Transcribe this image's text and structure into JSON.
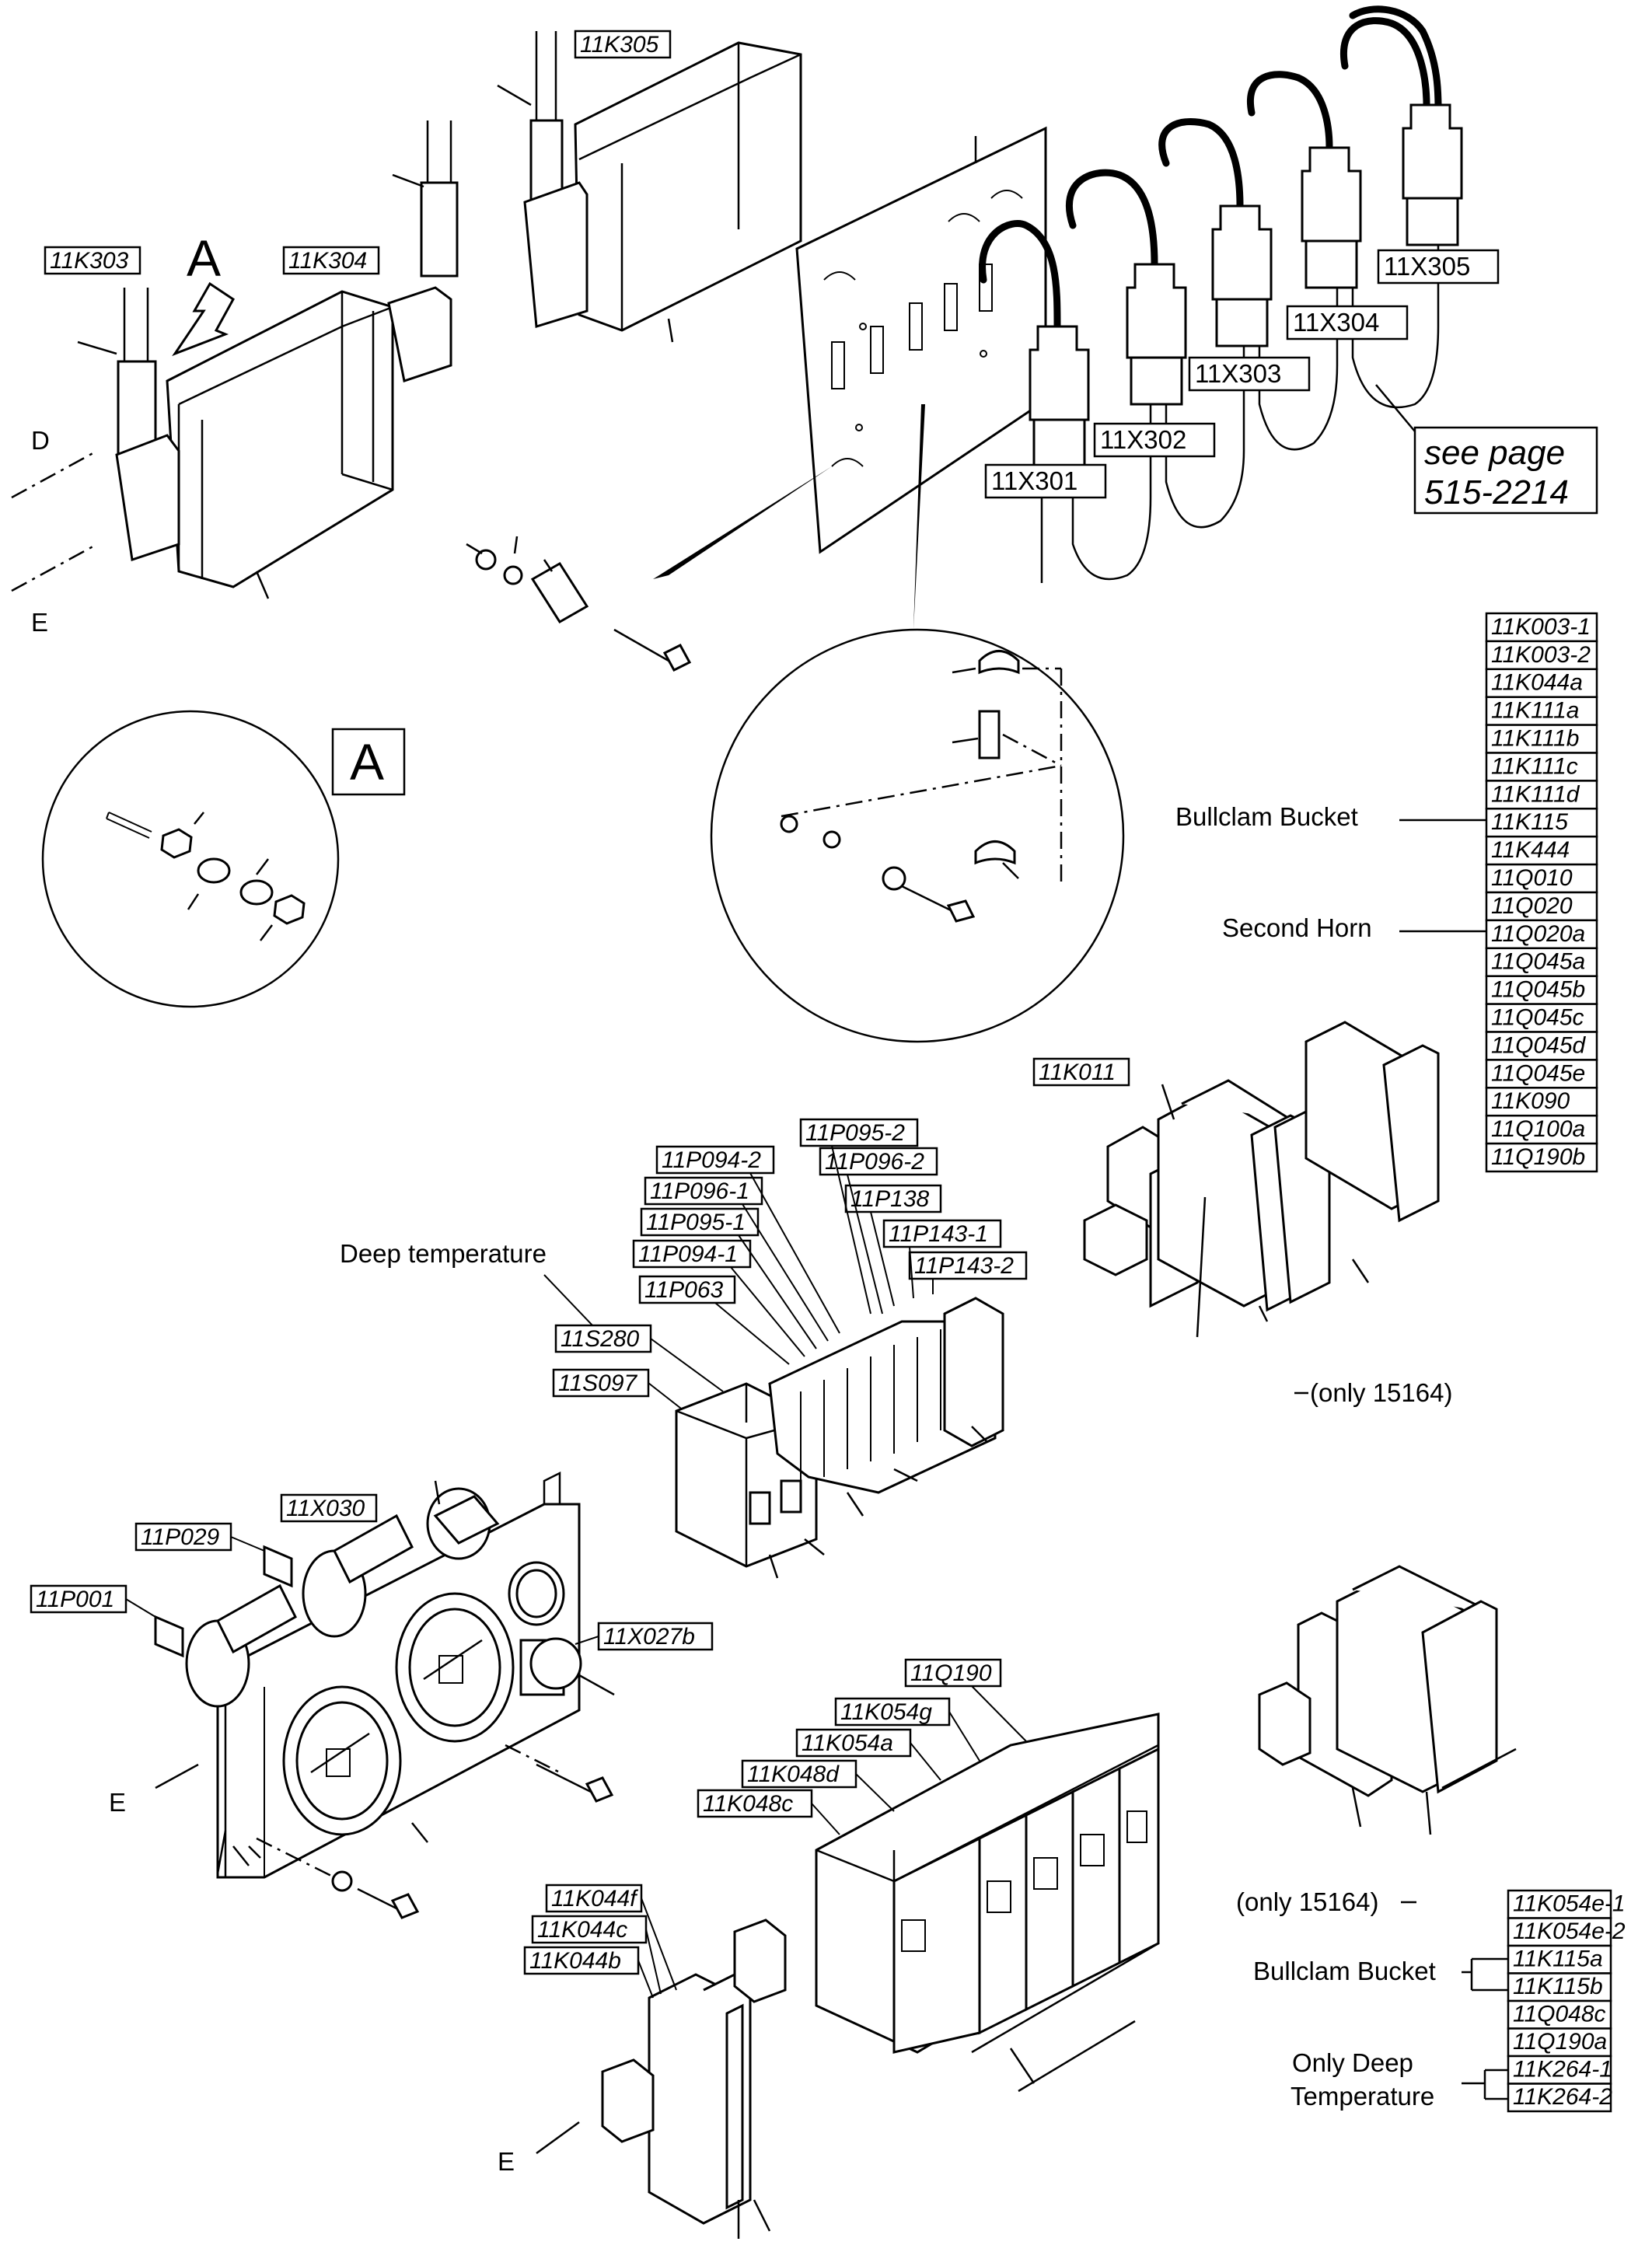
{
  "view_markers": {
    "view_a_arrow": "A",
    "view_a_box": "A",
    "line_d": "D",
    "line_e_top": "E",
    "line_e_panel": "E",
    "line_e_relay": "E"
  },
  "labels": {
    "k303": "11K303",
    "k304": "11K304",
    "k305": "11K305",
    "x301": "11X301",
    "x302": "11X302",
    "x303": "11X303",
    "x304": "11X304",
    "x305": "11X305",
    "see_page_1": "see page",
    "see_page_2": "515-2214",
    "k011": "11K011",
    "p095_2": "11P095-2",
    "p094_2": "11P094-2",
    "p096_2": "11P096-2",
    "p096_1": "11P096-1",
    "p138": "11P138",
    "p095_1": "11P095-1",
    "p143_1": "11P143-1",
    "p094_1": "11P094-1",
    "p143_2": "11P143-2",
    "p063": "11P063",
    "deep_temperature": "Deep temperature",
    "s280": "11S280",
    "s097": "11S097",
    "x030": "11X030",
    "p029": "11P029",
    "p001": "11P001",
    "x027b": "11X027b",
    "q190": "11Q190",
    "k054g": "11K054g",
    "k054a": "11K054a",
    "k048d": "11K048d",
    "k048c": "11K048c",
    "k044f": "11K044f",
    "k044c": "11K044c",
    "k044b": "11K044b",
    "only_15164_a": "(only 15164)",
    "only_15164_b": "(only 15164)",
    "bullclam_bucket_1": "Bullclam Bucket",
    "second_horn": "Second Horn",
    "bullclam_bucket_2": "Bullclam Bucket",
    "only_deep_1": "Only Deep",
    "only_deep_2": "Temperature"
  },
  "right_list": [
    "11K003-1",
    "11K003-2",
    "11K044a",
    "11K111a",
    "11K111b",
    "11K111c",
    "11K111d",
    "11K115",
    "11K444",
    "11Q010",
    "11Q020",
    "11Q020a",
    "11Q045a",
    "11Q045b",
    "11Q045c",
    "11Q045d",
    "11Q045e",
    "11K090",
    "11Q100a",
    "11Q190b"
  ],
  "bottom_list": [
    "11K054e-1",
    "11K054e-2",
    "11K115a",
    "11K115b",
    "11Q048c",
    "11Q190a",
    "11K264-1",
    "11K264-2"
  ]
}
